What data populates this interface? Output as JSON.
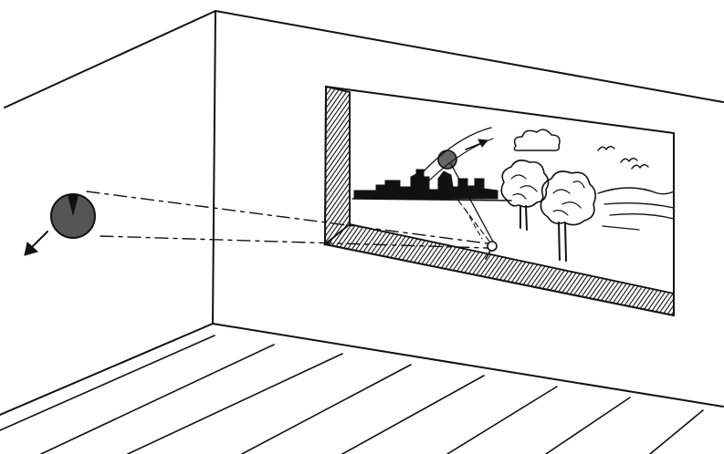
{
  "scene": {
    "kind": "line-drawing",
    "subject": "room-with-window-projection",
    "colors": {
      "ink": "#111111",
      "background": "#ffffff",
      "ball_fill": "#555555",
      "ball_notch": "#111111",
      "image_ball_fill": "#666666"
    },
    "icons": [
      "ball",
      "motion-arrow",
      "aperture",
      "sun",
      "cloud",
      "birds",
      "trees",
      "city-skyline"
    ]
  }
}
